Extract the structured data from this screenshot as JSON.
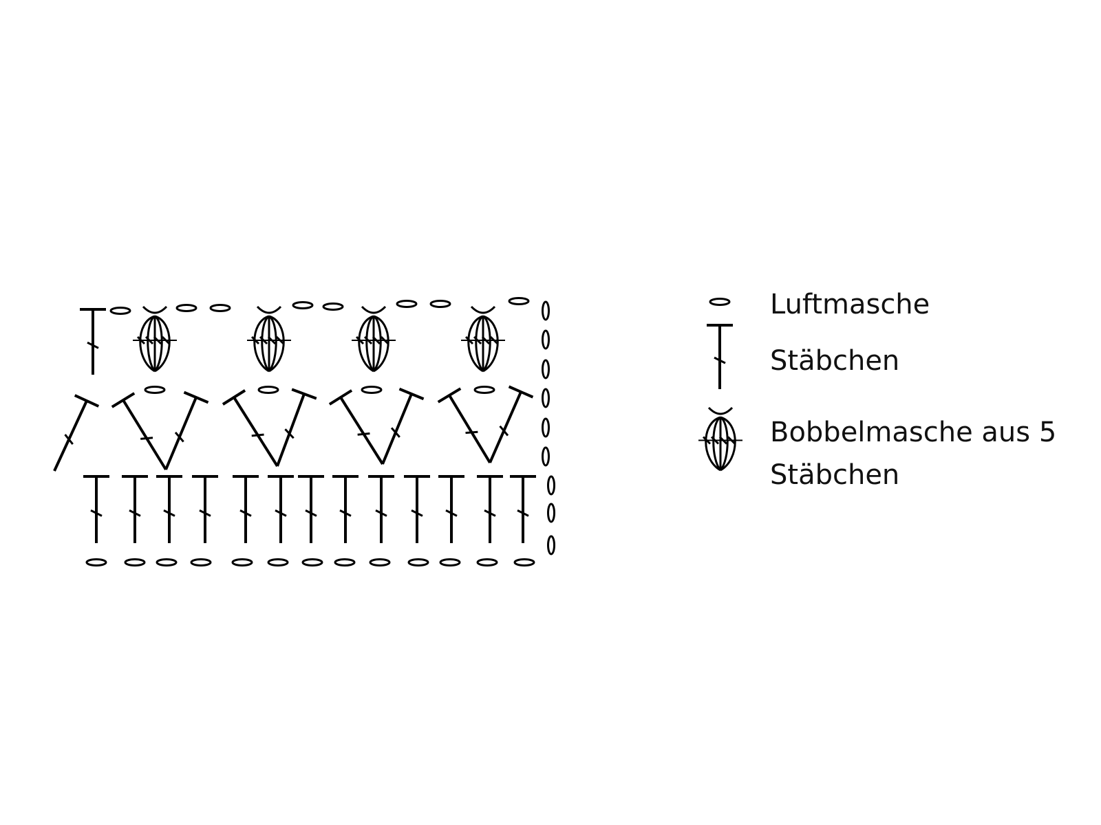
{
  "diagram": {
    "type": "crochet-chart",
    "stroke_color": "#000000",
    "rows": [
      {
        "name": "foundation chain",
        "symbol": "chain",
        "count": 13
      },
      {
        "name": "row 1",
        "symbols": "double crochet",
        "count": 13
      },
      {
        "name": "row 2",
        "symbols": "V-stitches of double crochet",
        "count": 4
      },
      {
        "name": "row 3",
        "symbols": "bobble stitches separated by chains",
        "count": 4
      }
    ]
  },
  "legend": {
    "items": [
      {
        "symbol": "chain-icon",
        "label": "Luftmasche"
      },
      {
        "symbol": "double-crochet-icon",
        "label": "Stäbchen"
      },
      {
        "symbol": "bobble-stitch-icon",
        "label_line1": "Bobbelmasche aus 5",
        "label_line2": "Stäbchen"
      }
    ]
  }
}
